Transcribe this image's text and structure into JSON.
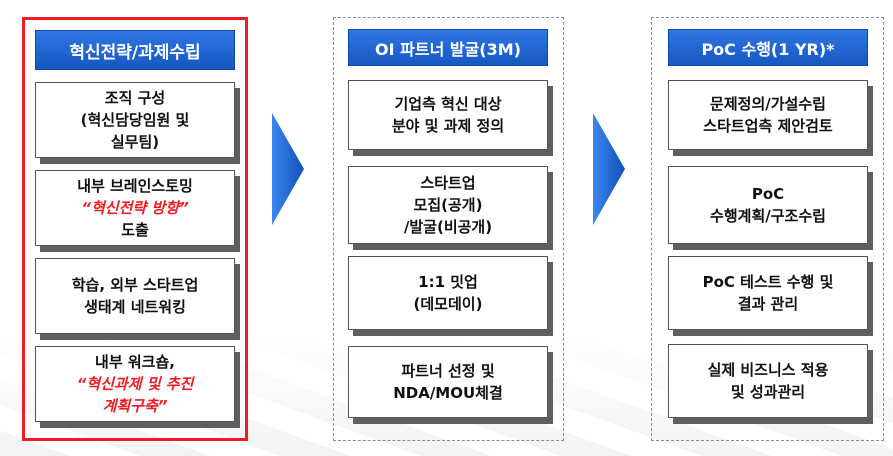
{
  "columns": [
    {
      "header": "혁신전략/과제수립",
      "boxes": [
        {
          "lines": [
            {
              "text": "조직 구성",
              "red": false
            },
            {
              "text": "(혁신담당임원 및",
              "red": false
            },
            {
              "text": "실무팀)",
              "red": false
            }
          ]
        },
        {
          "lines": [
            {
              "text": "내부 브레인스토밍",
              "red": false
            },
            {
              "text": "“혁신전략 방향”",
              "red": true
            },
            {
              "text": "도출",
              "red": false
            }
          ]
        },
        {
          "lines": [
            {
              "text": "학습, 외부 스타트업",
              "red": false
            },
            {
              "text": "생태계 네트워킹",
              "red": false
            }
          ]
        },
        {
          "lines": [
            {
              "text": "내부 워크숍,",
              "red": false
            },
            {
              "text": "“혁신과제 및 추진",
              "red": true
            },
            {
              "text": "계획구축”",
              "red": true
            }
          ]
        }
      ]
    },
    {
      "header": "OI 파트너 발굴(3M)",
      "boxes": [
        {
          "lines": [
            {
              "text": "기업측 혁신 대상",
              "red": false
            },
            {
              "text": "분야 및 과제 정의",
              "red": false
            }
          ]
        },
        {
          "lines": [
            {
              "text": "스타트업",
              "red": false
            },
            {
              "text": "모집(공개)",
              "red": false
            },
            {
              "text": "/발굴(비공개)",
              "red": false
            }
          ]
        },
        {
          "lines": [
            {
              "text": "1:1 밋업",
              "red": false
            },
            {
              "text": "(데모데이)",
              "red": false
            }
          ]
        },
        {
          "lines": [
            {
              "text": "파트너 선정 및",
              "red": false
            },
            {
              "text": "NDA/MOU체결",
              "red": false
            }
          ]
        }
      ]
    },
    {
      "header": "PoC 수행(1 YR)*",
      "boxes": [
        {
          "lines": [
            {
              "text": "문제정의/가설수립",
              "red": false
            },
            {
              "text": "스타트업측 제안검토",
              "red": false
            }
          ]
        },
        {
          "lines": [
            {
              "text": "PoC",
              "red": false
            },
            {
              "text": "수행계획/구조수립",
              "red": false
            }
          ]
        },
        {
          "lines": [
            {
              "text": "PoC 테스트 수행 및",
              "red": false
            },
            {
              "text": "결과 관리",
              "red": false
            }
          ]
        },
        {
          "lines": [
            {
              "text": "실제 비즈니스 적용",
              "red": false
            },
            {
              "text": "및 성과관리",
              "red": false
            }
          ]
        }
      ]
    }
  ],
  "colors": {
    "header": "#1f66d4",
    "highlight_border": "#ee1c24",
    "highlight_text": "#ee1c24",
    "arrow": "#1f66d4"
  }
}
